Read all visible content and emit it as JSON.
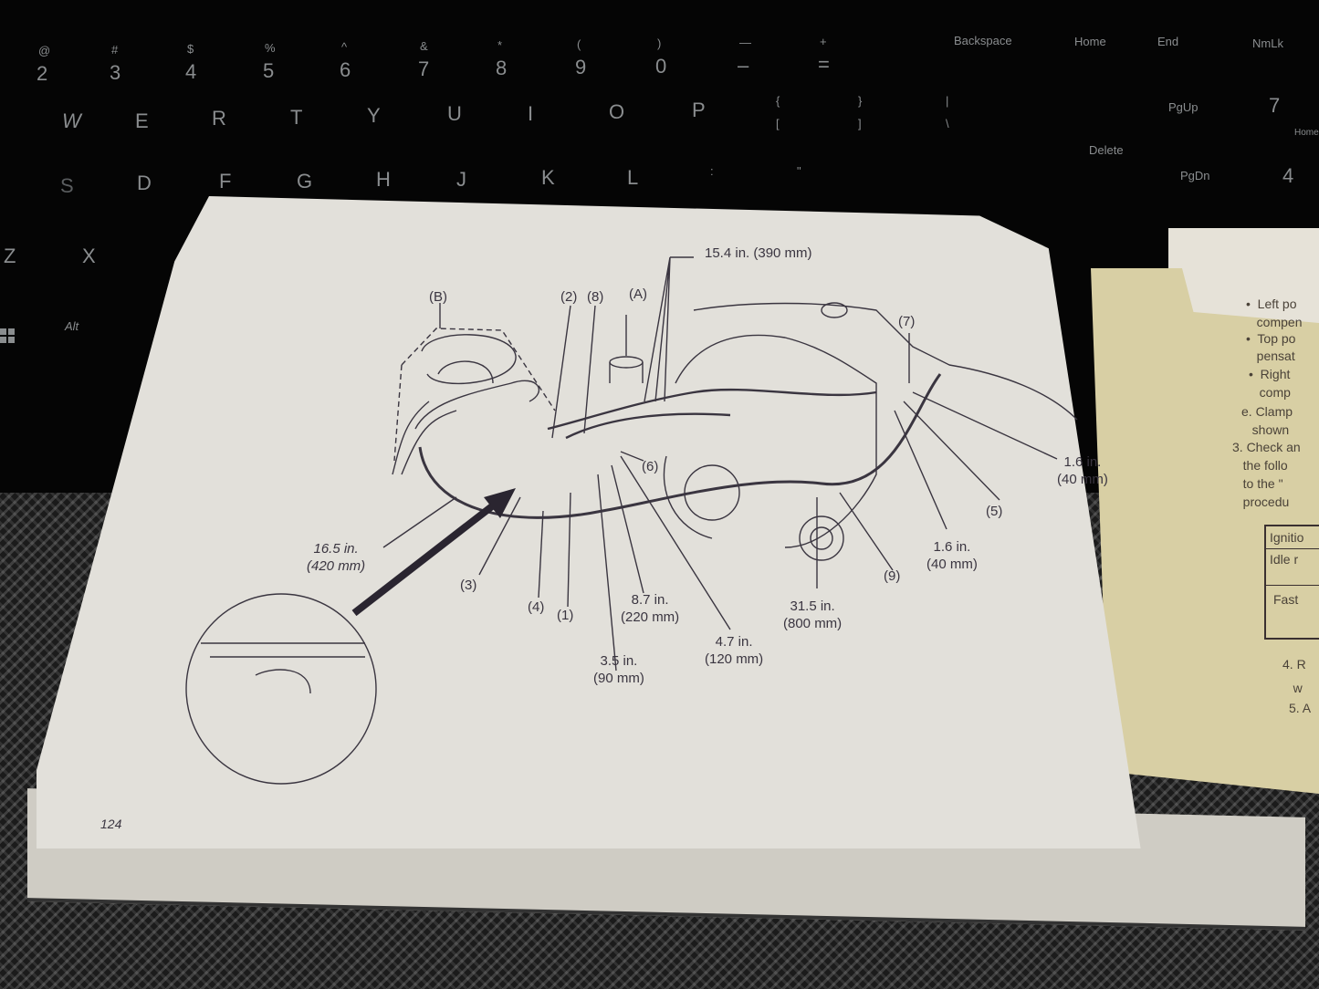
{
  "keyboard": {
    "number_row": [
      {
        "top": "@",
        "main": "2"
      },
      {
        "top": "#",
        "main": "3"
      },
      {
        "top": "$",
        "main": "4"
      },
      {
        "top": "%",
        "main": "5"
      },
      {
        "top": "^",
        "main": "6"
      },
      {
        "top": "&",
        "main": "7"
      },
      {
        "top": "*",
        "main": "8"
      },
      {
        "top": "(",
        "main": "9"
      },
      {
        "top": ")",
        "main": "0"
      },
      {
        "top": "—",
        "main": "–"
      },
      {
        "top": "+",
        "main": "="
      }
    ],
    "top_row": [
      "W",
      "E",
      "R",
      "T",
      "Y",
      "U",
      "I",
      "O",
      "P"
    ],
    "bracket_keys": [
      {
        "top": "{",
        "main": "["
      },
      {
        "top": "}",
        "main": "]"
      },
      {
        "top": "|",
        "main": "\\"
      }
    ],
    "home_row": [
      "S",
      "D",
      "F",
      "G",
      "H",
      "J",
      "K",
      "L"
    ],
    "punct_keys": [
      ":",
      "\""
    ],
    "bottom_row": [
      "Z",
      "X"
    ],
    "modifier_keys": {
      "alt": "Alt"
    },
    "nav_keys": {
      "backspace": "Backspace",
      "home": "Home",
      "end": "End",
      "numlock": "NmLk",
      "pgup": "PgUp",
      "delete": "Delete",
      "pgdn": "PgDn",
      "num7": "7",
      "num7_sub": "Home",
      "num4": "4"
    }
  },
  "manual": {
    "page_number": "124",
    "diagram_labels": {
      "B": "(B)",
      "two": "(2)",
      "eight": "(8)",
      "A": "(A)",
      "seven": "(7)",
      "dim_15_4": "15.4 in. (390 mm)",
      "six": "(6)",
      "dim_1_6_a": "1.6 in.\n(40 mm)",
      "five": "(5)",
      "dim_1_6_b": "1.6 in.\n(40 mm)",
      "nine": "(9)",
      "dim_16_5": "16.5 in.\n(420 mm)",
      "three": "(3)",
      "four": "(4)",
      "one": "(1)",
      "dim_8_7": "8.7 in.\n(220 mm)",
      "dim_3_5": "3.5 in.\n(90 mm)",
      "dim_4_7": "4.7 in.\n(120 mm)",
      "dim_31_5": "31.5 in.\n(800 mm)"
    },
    "right_page_text": [
      "•  Left po",
      "   compen",
      "•  Top po",
      "   pensat",
      "•  Right",
      "   comp",
      "e. Clamp",
      "   shown",
      "3. Check an",
      "   the follo",
      "   to the \"",
      "   procedu"
    ],
    "right_table": [
      "Ignitio",
      "Idle r",
      "Fast"
    ],
    "right_page_steps": [
      "4. R",
      "   w",
      "5. A"
    ]
  }
}
